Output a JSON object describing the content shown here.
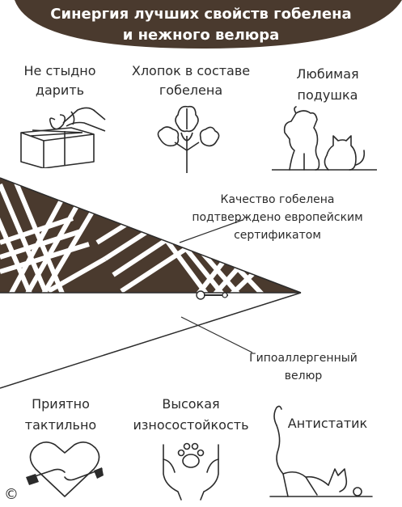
{
  "banner": {
    "line1": "Синергия лучших свойств гобелена",
    "line2": "и нежного велюра",
    "color": "#4a3a2e"
  },
  "features_top": [
    {
      "line1": "Не стыдно",
      "line2": "дарить",
      "icon": "gift-box-icon"
    },
    {
      "line1": "Хлопок в составе",
      "line2": "гобелена",
      "icon": "cotton-flower-icon"
    },
    {
      "line1": "Любимая",
      "line2": "подушка",
      "icon": "dog-and-cat-icon"
    }
  ],
  "callouts": {
    "certificate": {
      "line1": "Качество гобелена",
      "line2": "подтверждено европейским",
      "line3": "сертификатом"
    },
    "velour": {
      "line1": "Гипоаллергенный",
      "line2": "велюр"
    }
  },
  "features_bottom": [
    {
      "line1": "Приятно",
      "line2": "тактильно",
      "icon": "heart-hands-icon"
    },
    {
      "line1": "Высокая",
      "line2": "износостойкость",
      "icon": "paw-in-hands-icon"
    },
    {
      "line1": "",
      "line2": "Антистатик",
      "icon": "cat-icon"
    }
  ],
  "copyright": "©",
  "colors": {
    "fabric": "#4a3a2e",
    "text": "#2b2b2b"
  }
}
